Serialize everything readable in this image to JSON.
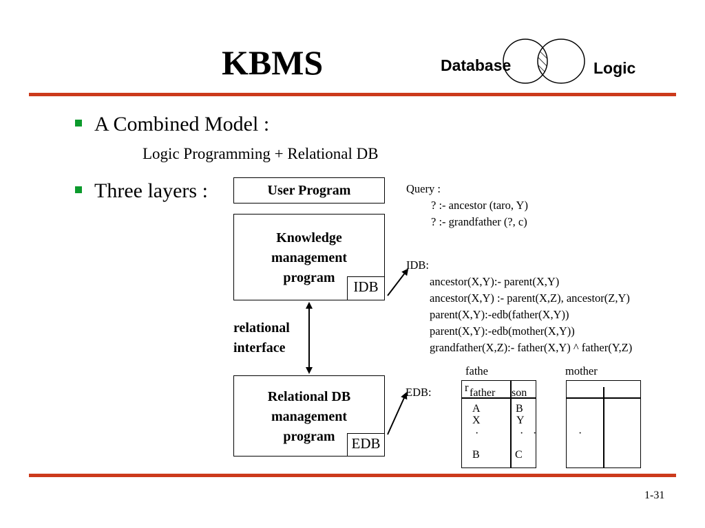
{
  "slide": {
    "title": "KBMS",
    "page_number": "1-31"
  },
  "venn": {
    "left_label": "Database",
    "right_label": "Logic"
  },
  "bullets": [
    {
      "text": "A Combined Model :",
      "sub": "Logic Programming  +  Relational DB"
    },
    {
      "text": "Three  layers :"
    }
  ],
  "layers": {
    "user_program": "User  Program",
    "kmp": [
      "Knowledge",
      "management",
      "program"
    ],
    "kmp_tag": "IDB",
    "interface": [
      "relational",
      "interface"
    ],
    "rdbmp": [
      "Relational DB",
      "management",
      "program"
    ],
    "rdbmp_tag": "EDB"
  },
  "query": {
    "label": "Query :",
    "lines": [
      "? :- ancestor (taro, Y)",
      "? :- grandfather (?, c)"
    ]
  },
  "idb": {
    "label": "IDB:",
    "rules": [
      "ancestor(X,Y):- parent(X,Y)",
      "ancestor(X,Y) :- parent(X,Z), ancestor(Z,Y)",
      "parent(X,Y):-edb(father(X,Y))",
      "parent(X,Y):-edb(mother(X,Y))",
      "grandfather(X,Z):- father(X,Y) ^ father(Y,Z)"
    ]
  },
  "edb": {
    "label": "EDB:",
    "father_table": {
      "name_part1": "fathe",
      "name_part2": "r",
      "columns": [
        "father",
        "son"
      ],
      "rows": [
        [
          "A",
          "B"
        ],
        [
          "X",
          "Y"
        ],
        [
          "·",
          "·"
        ]
      ],
      "extra_dot": "·",
      "last_row": [
        "B",
        "C"
      ]
    },
    "mother_table": {
      "name": "mother",
      "dot": "·"
    }
  },
  "colors": {
    "rule": "#cc3a1b",
    "bullet": "#0c9a2c"
  }
}
